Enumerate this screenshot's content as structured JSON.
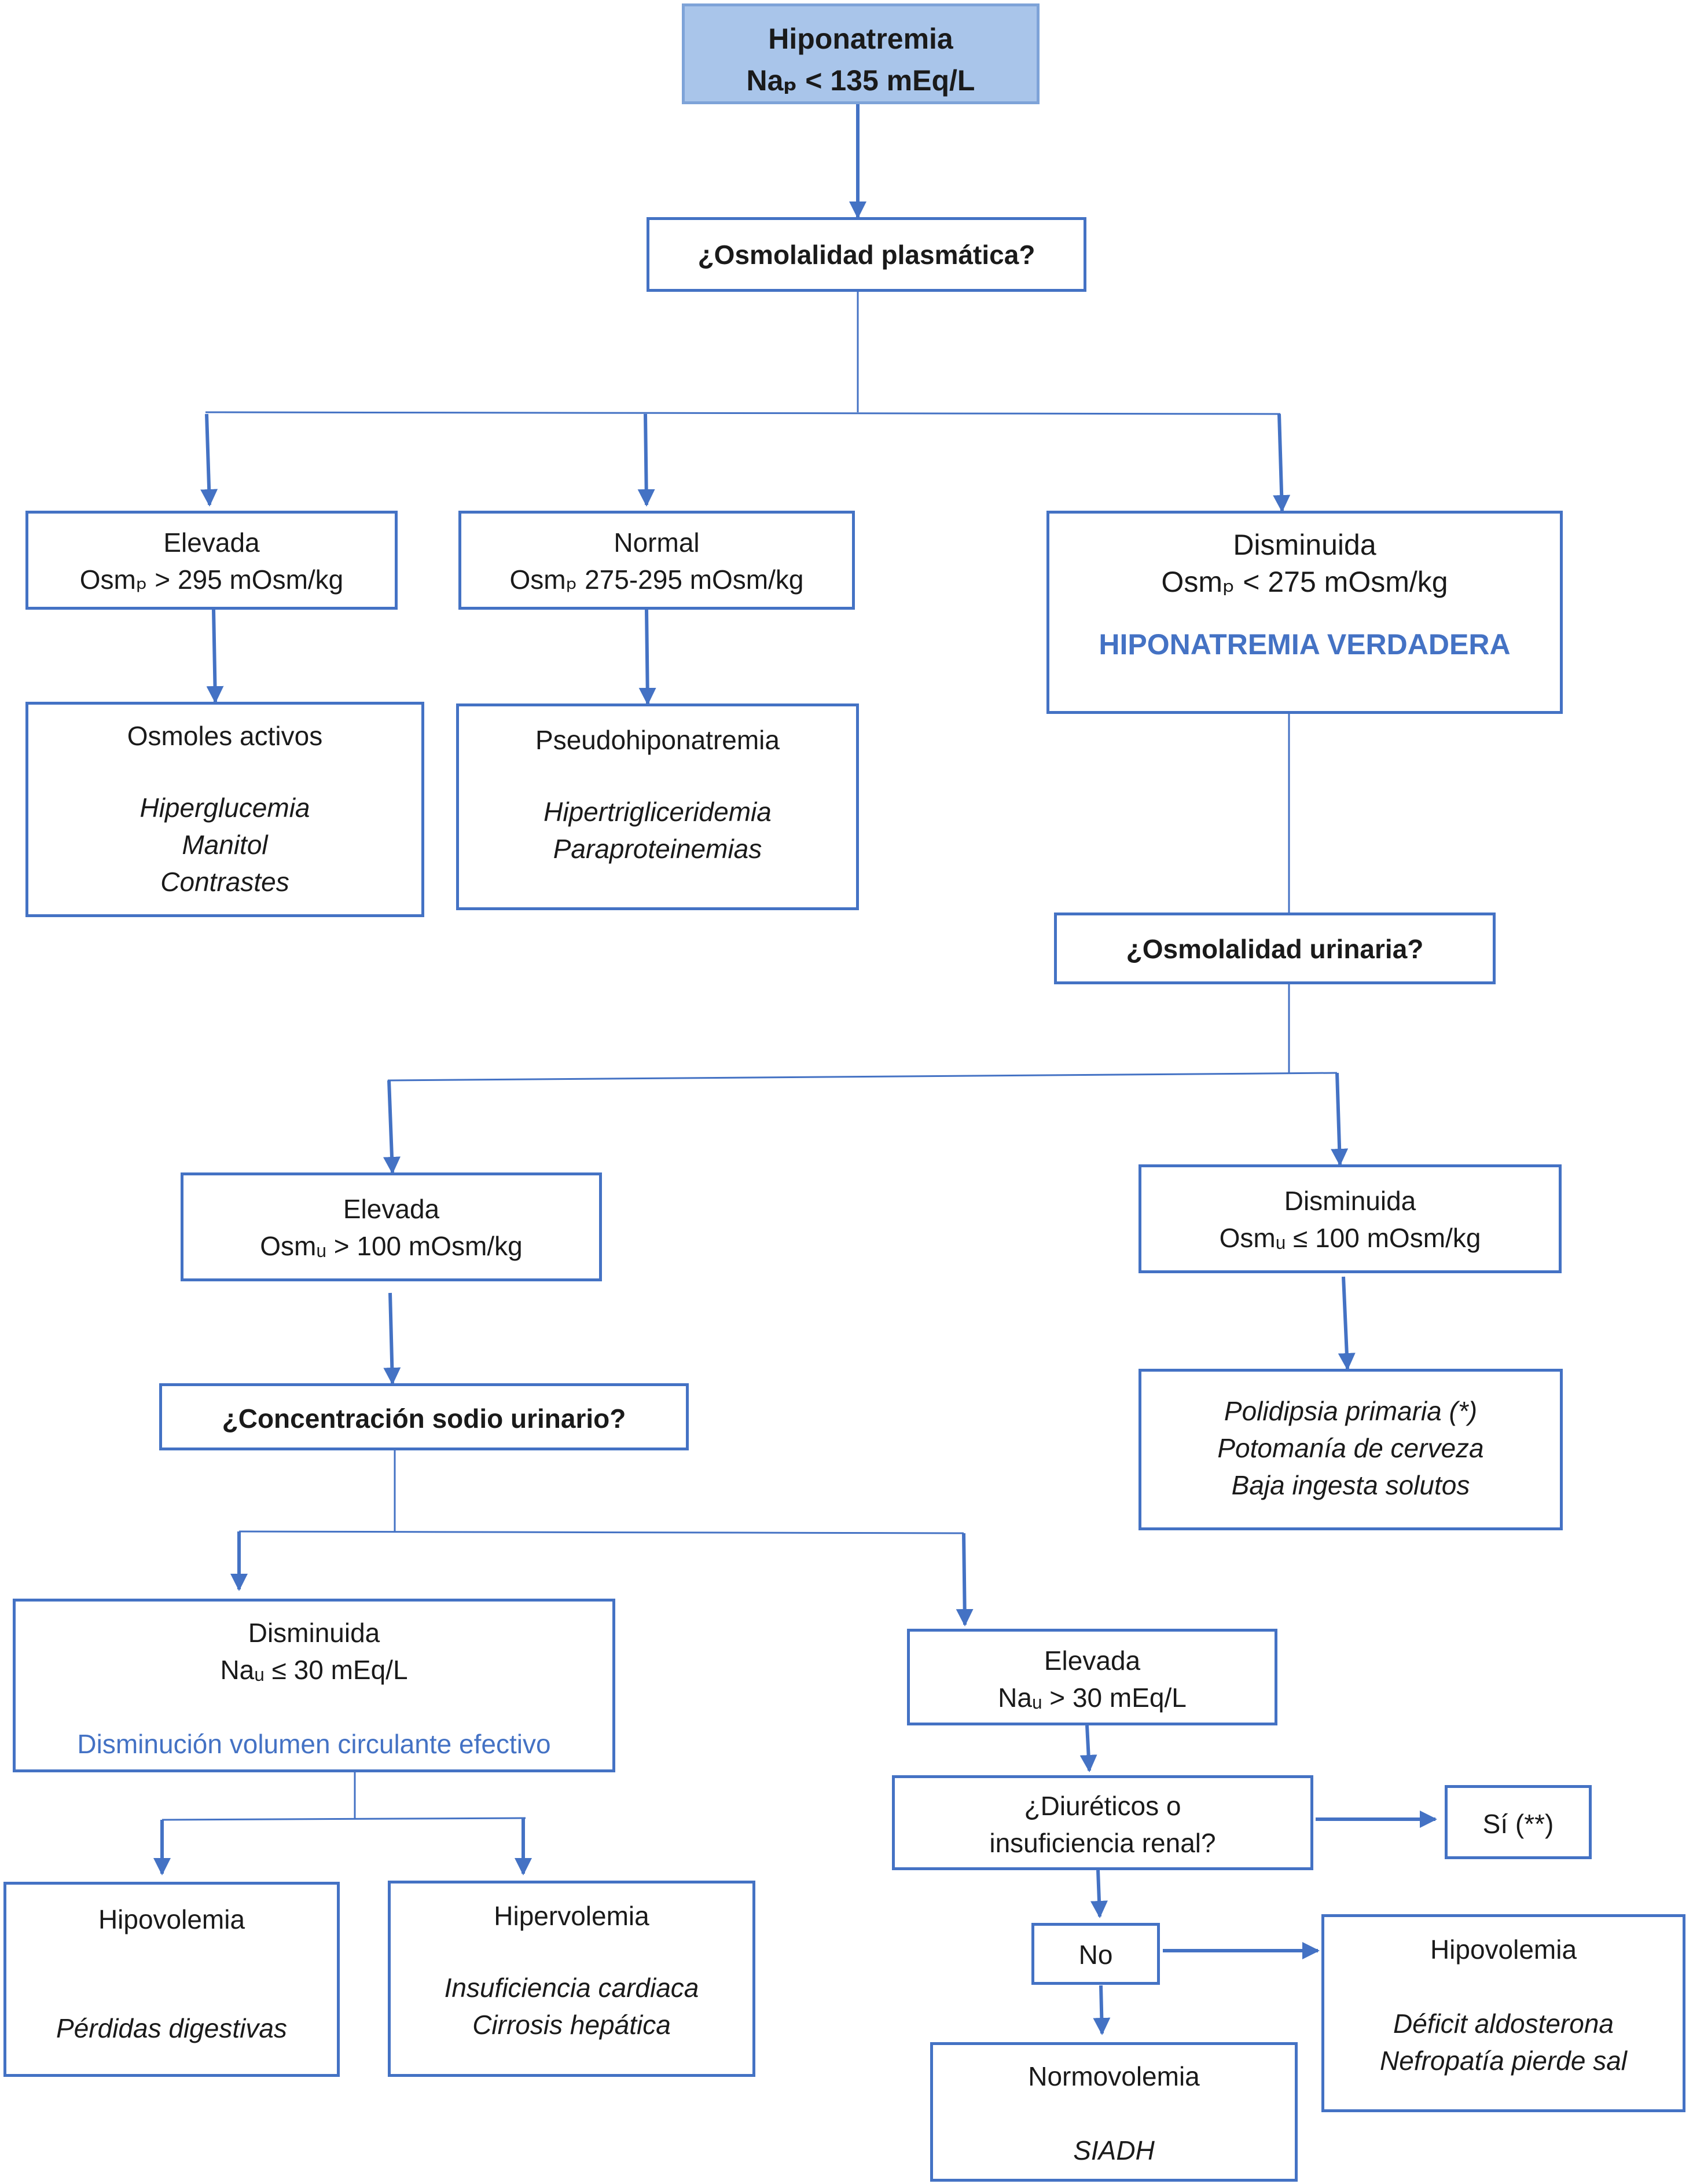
{
  "root": {
    "line1": "Hiponatremia",
    "line2": "Naₚ < 135 mEq/L"
  },
  "q_plasma": "¿Osmolalidad plasmática?",
  "plasma_elevada": {
    "title": "Elevada",
    "value": "Osmₚ > 295 mOsm/kg"
  },
  "osmoles_activos": {
    "title": "Osmoles activos",
    "items": [
      "Hiperglucemia",
      "Manitol",
      "Contrastes"
    ]
  },
  "plasma_normal": {
    "title": "Normal",
    "value": "Osmₚ 275-295 mOsm/kg"
  },
  "pseudo": {
    "title": "Pseudohiponatremia",
    "items": [
      "Hipertrigliceridemia",
      "Paraproteinemias"
    ]
  },
  "plasma_disminuida": {
    "title": "Disminuida",
    "value": "Osmₚ < 275 mOsm/kg",
    "highlight": "HIPONATREMIA VERDADERA"
  },
  "q_urinaria": "¿Osmolalidad urinaria?",
  "orina_elevada": {
    "title": "Elevada",
    "value": "Osmᵤ > 100 mOsm/kg"
  },
  "orina_disminuida": {
    "title": "Disminuida",
    "value": "Osmᵤ ≤ 100 mOsm/kg"
  },
  "polidipsia": {
    "items": [
      "Polidipsia primaria (*)",
      "Potomanía de cerveza",
      "Baja ingesta solutos"
    ]
  },
  "q_sodio": "¿Concentración sodio urinario?",
  "sodio_disminuido": {
    "title": "Disminuida",
    "value": "Naᵤ ≤ 30 mEq/L",
    "note": "Disminución volumen circulante efectivo"
  },
  "sodio_elevado": {
    "title": "Elevada",
    "value": "Naᵤ > 30 mEq/L"
  },
  "hipovolemia_1": {
    "title": "Hipovolemia",
    "items": [
      "Pérdidas digestivas"
    ]
  },
  "hipervolemia": {
    "title": "Hipervolemia",
    "items": [
      "Insuficiencia cardiaca",
      "Cirrosis hepática"
    ]
  },
  "q_diureticos": {
    "line1": "¿Diuréticos o",
    "line2": "insuficiencia renal?"
  },
  "si": "Sí (**)",
  "no": "No",
  "hipovolemia_2": {
    "title": "Hipovolemia",
    "items": [
      "Déficit aldosterona",
      "Nefropatía pierde sal"
    ]
  },
  "normovolemia": {
    "title": "Normovolemia",
    "items": [
      "SIADH"
    ]
  },
  "colors": {
    "box_border": "#4472c4",
    "root_fill": "#a9c5ea",
    "accent_text": "#4472c4"
  }
}
